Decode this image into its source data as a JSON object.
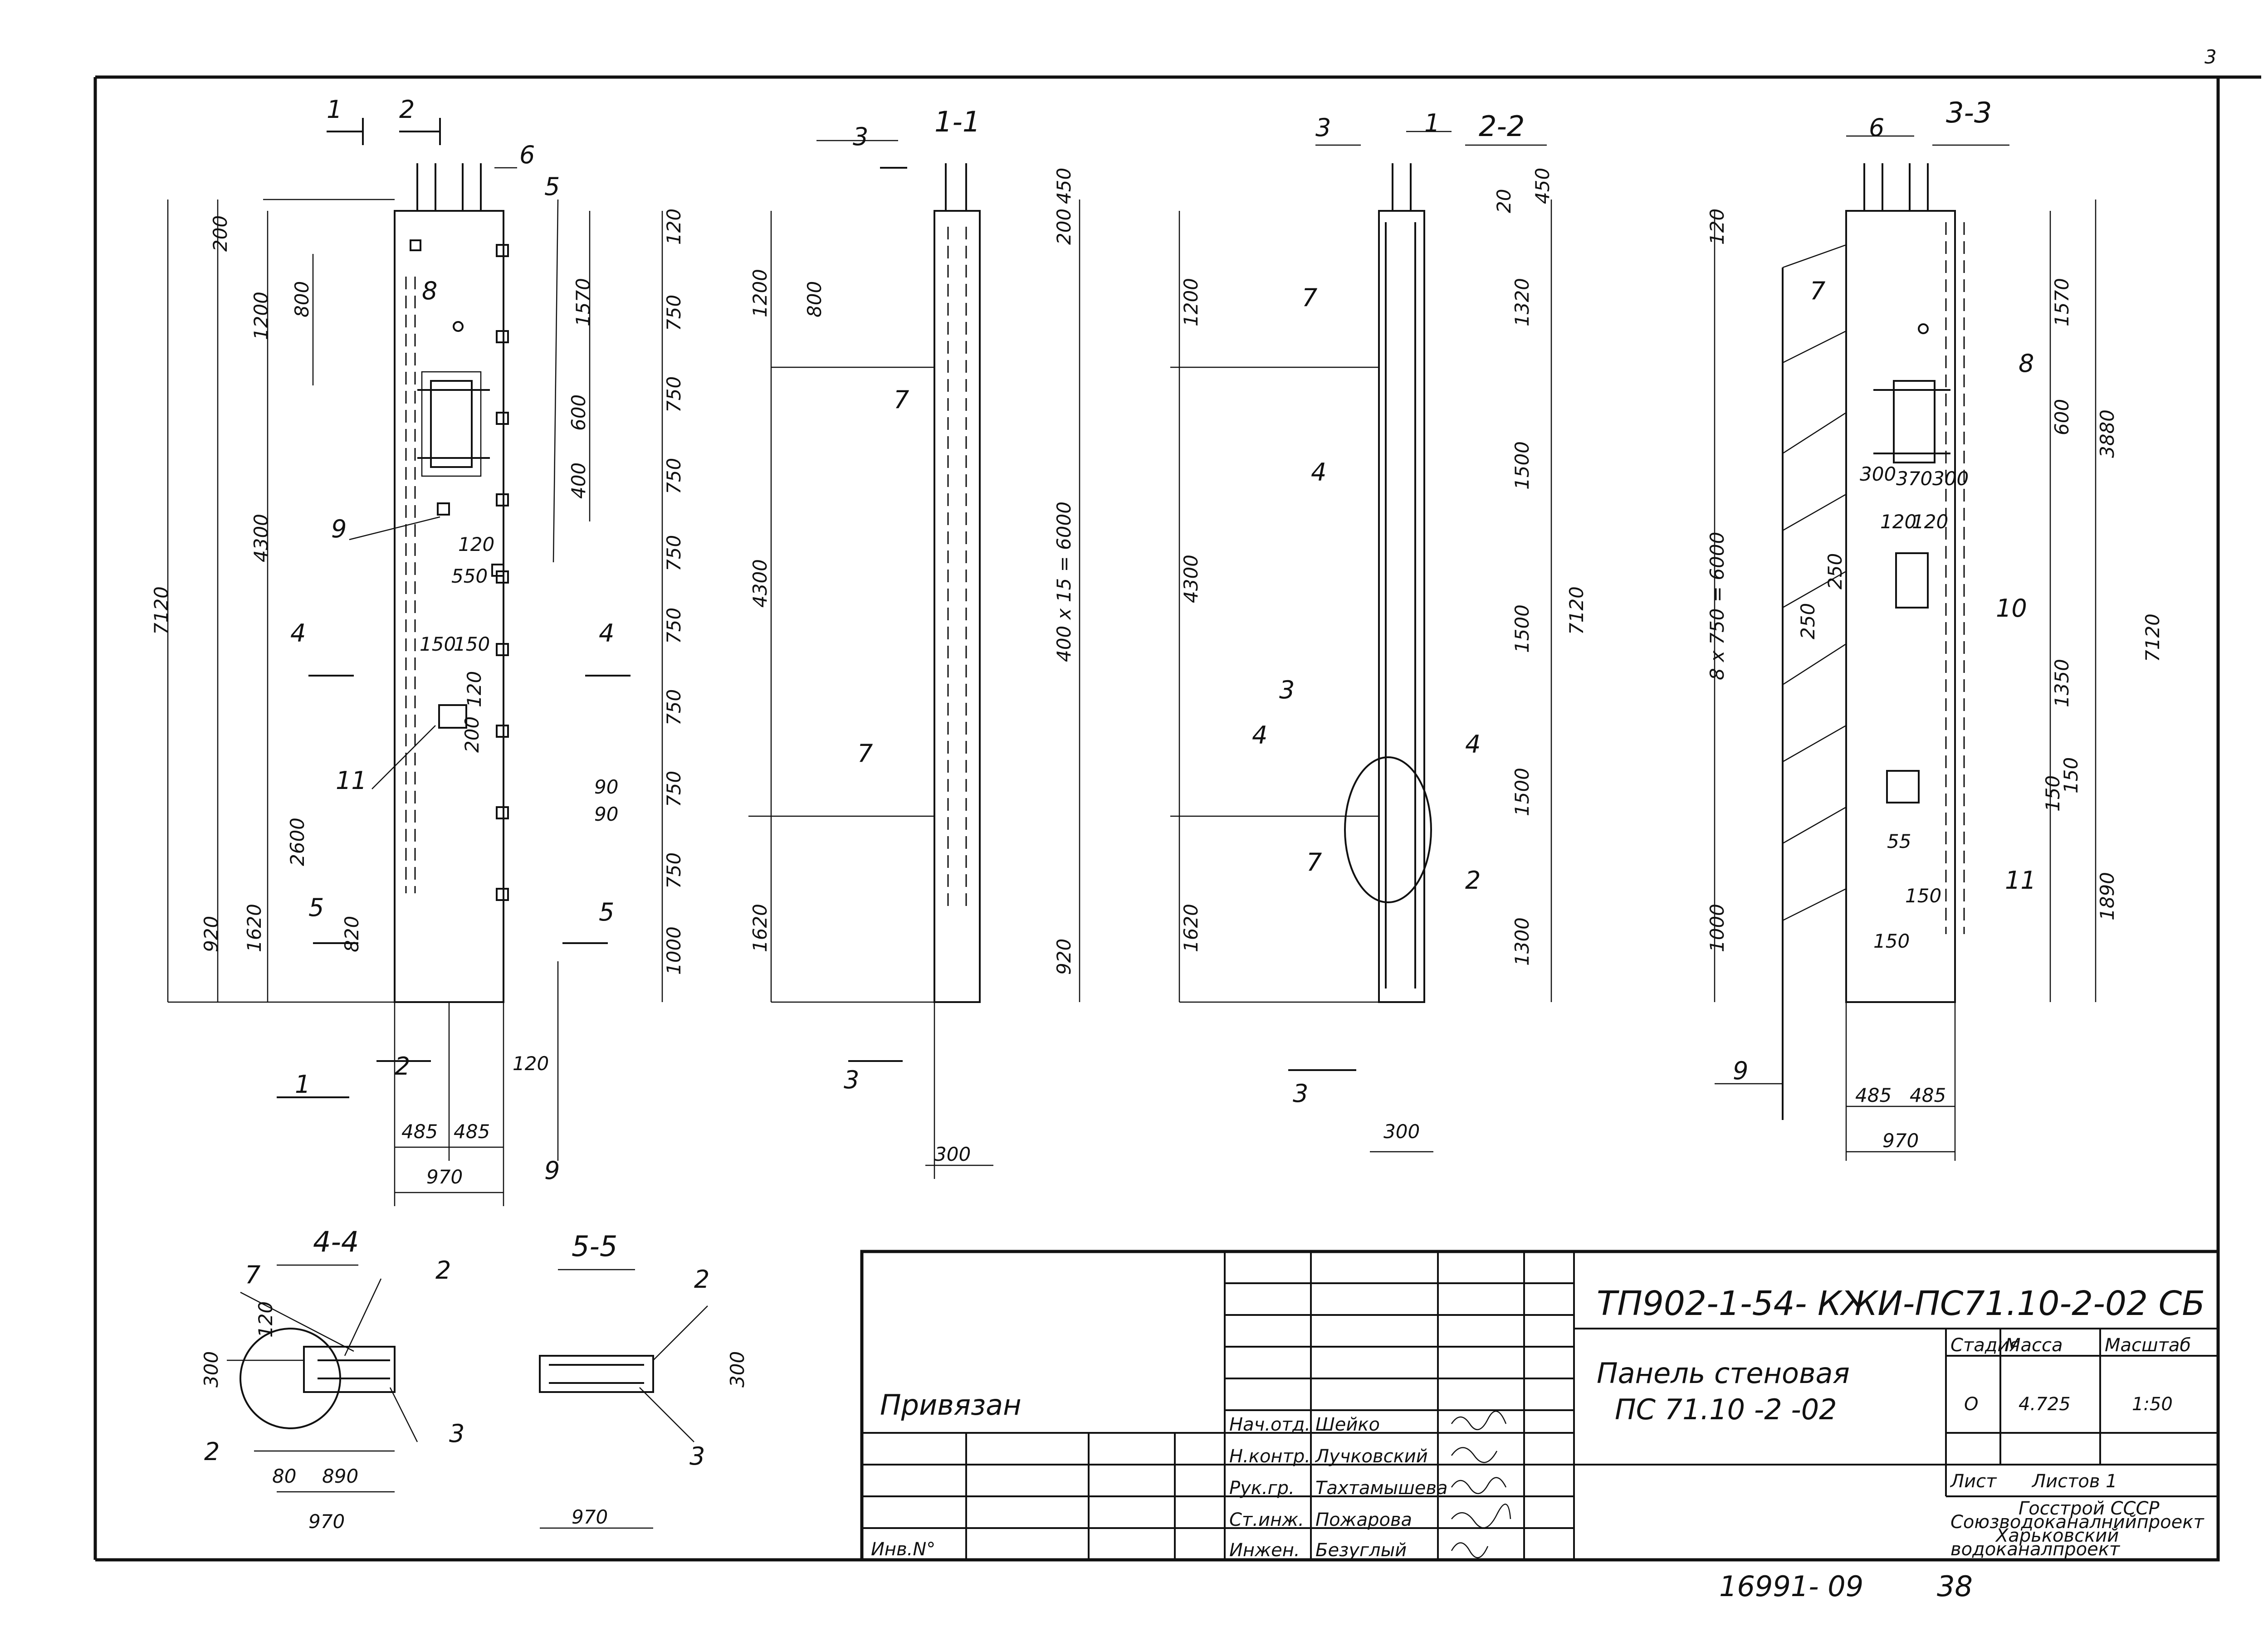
{
  "page_number": "38",
  "corner_mark": "3",
  "archive_number": "16991- 09",
  "title_block": {
    "doc_code": "ТП902-1-54- КЖИ-ПС71.10-2-02 СБ",
    "name_line1": "Панель стеновая",
    "name_line2": "ПС 71.10 -2 -02",
    "col_stage": "Стадия",
    "col_mass": "Масса",
    "col_scale": "Масштаб",
    "stage": "О",
    "mass": "4.725",
    "scale": "1:50",
    "sheet_label": "Лист",
    "sheets_label": "Листов 1",
    "org_line1": "Госстрой СССР",
    "org_line2": "Союзводоканалнийпроект",
    "org_line3": "Харьковский",
    "org_line4": "водоканалпроект",
    "tied_label": "Привязан",
    "inv_label": "Инв.N°",
    "signatures": [
      {
        "role": "Нач.отд.",
        "name": "Шейко"
      },
      {
        "role": "Н.контр.",
        "name": "Лучковский"
      },
      {
        "role": "Рук.гр.",
        "name": "Тахтамышева"
      },
      {
        "role": "Ст.инж.",
        "name": "Пожарова"
      },
      {
        "role": "Инжен.",
        "name": "Безуглый"
      }
    ]
  },
  "views": {
    "front": {
      "cut_marks": [
        "1",
        "2",
        "4",
        "4",
        "5",
        "5",
        "1",
        "2"
      ],
      "left_dims": [
        "200",
        "800",
        "1200",
        "4300",
        "7120",
        "2600",
        "1620",
        "920",
        "820"
      ],
      "right_dims": [
        "120",
        "750",
        "750",
        "750",
        "750",
        "750",
        "750",
        "750",
        "750",
        "1000"
      ],
      "inner_dims": [
        "1570",
        "600",
        "400",
        "120",
        "550",
        "150",
        "150",
        "120",
        "200",
        "90",
        "90"
      ],
      "bottom_dims": [
        "485",
        "485",
        "970",
        "120"
      ],
      "callouts": [
        "6",
        "5",
        "8",
        "9",
        "11",
        "9"
      ]
    },
    "section_1_1": {
      "title": "1-1",
      "cut_mark": "3",
      "left_dims": [
        "1200",
        "800",
        "4300",
        "1620"
      ],
      "right_dims": [
        "200",
        "450",
        "400 x 15 = 6000",
        "920"
      ],
      "bottom_dims": [
        "300"
      ],
      "callouts": [
        "7",
        "7"
      ]
    },
    "section_2_2": {
      "title": "2-2",
      "cut_mark": "3",
      "callout_top": "1",
      "left_dims": [
        "1200",
        "4300",
        "1620"
      ],
      "right_dims": [
        "450",
        "20",
        "1320",
        "1500",
        "1500",
        "1500",
        "1300",
        "7120"
      ],
      "bottom_dims": [
        "300"
      ],
      "callouts": [
        "7",
        "4",
        "3",
        "4",
        "4",
        "7",
        "2"
      ]
    },
    "section_3_3": {
      "title": "3-3",
      "callout_top": "6",
      "left_dims": [
        "120",
        "8 x 750 = 6000",
        "1000",
        "250",
        "250"
      ],
      "right_dims": [
        "1570",
        "600",
        "3880",
        "1350",
        "7120",
        "1890",
        "150",
        "150"
      ],
      "inner_dims": [
        "300",
        "370",
        "300",
        "120",
        "120",
        "55",
        "150",
        "150"
      ],
      "bottom_dims": [
        "485",
        "485",
        "970"
      ],
      "callouts": [
        "7",
        "8",
        "10",
        "11",
        "9"
      ]
    },
    "section_4_4": {
      "title": "4-4",
      "dims": [
        "120",
        "300",
        "80",
        "890",
        "970"
      ],
      "callouts": [
        "7",
        "2",
        "2",
        "3"
      ]
    },
    "section_5_5": {
      "title": "5-5",
      "dims": [
        "300",
        "970"
      ],
      "callouts": [
        "2",
        "3"
      ]
    }
  }
}
